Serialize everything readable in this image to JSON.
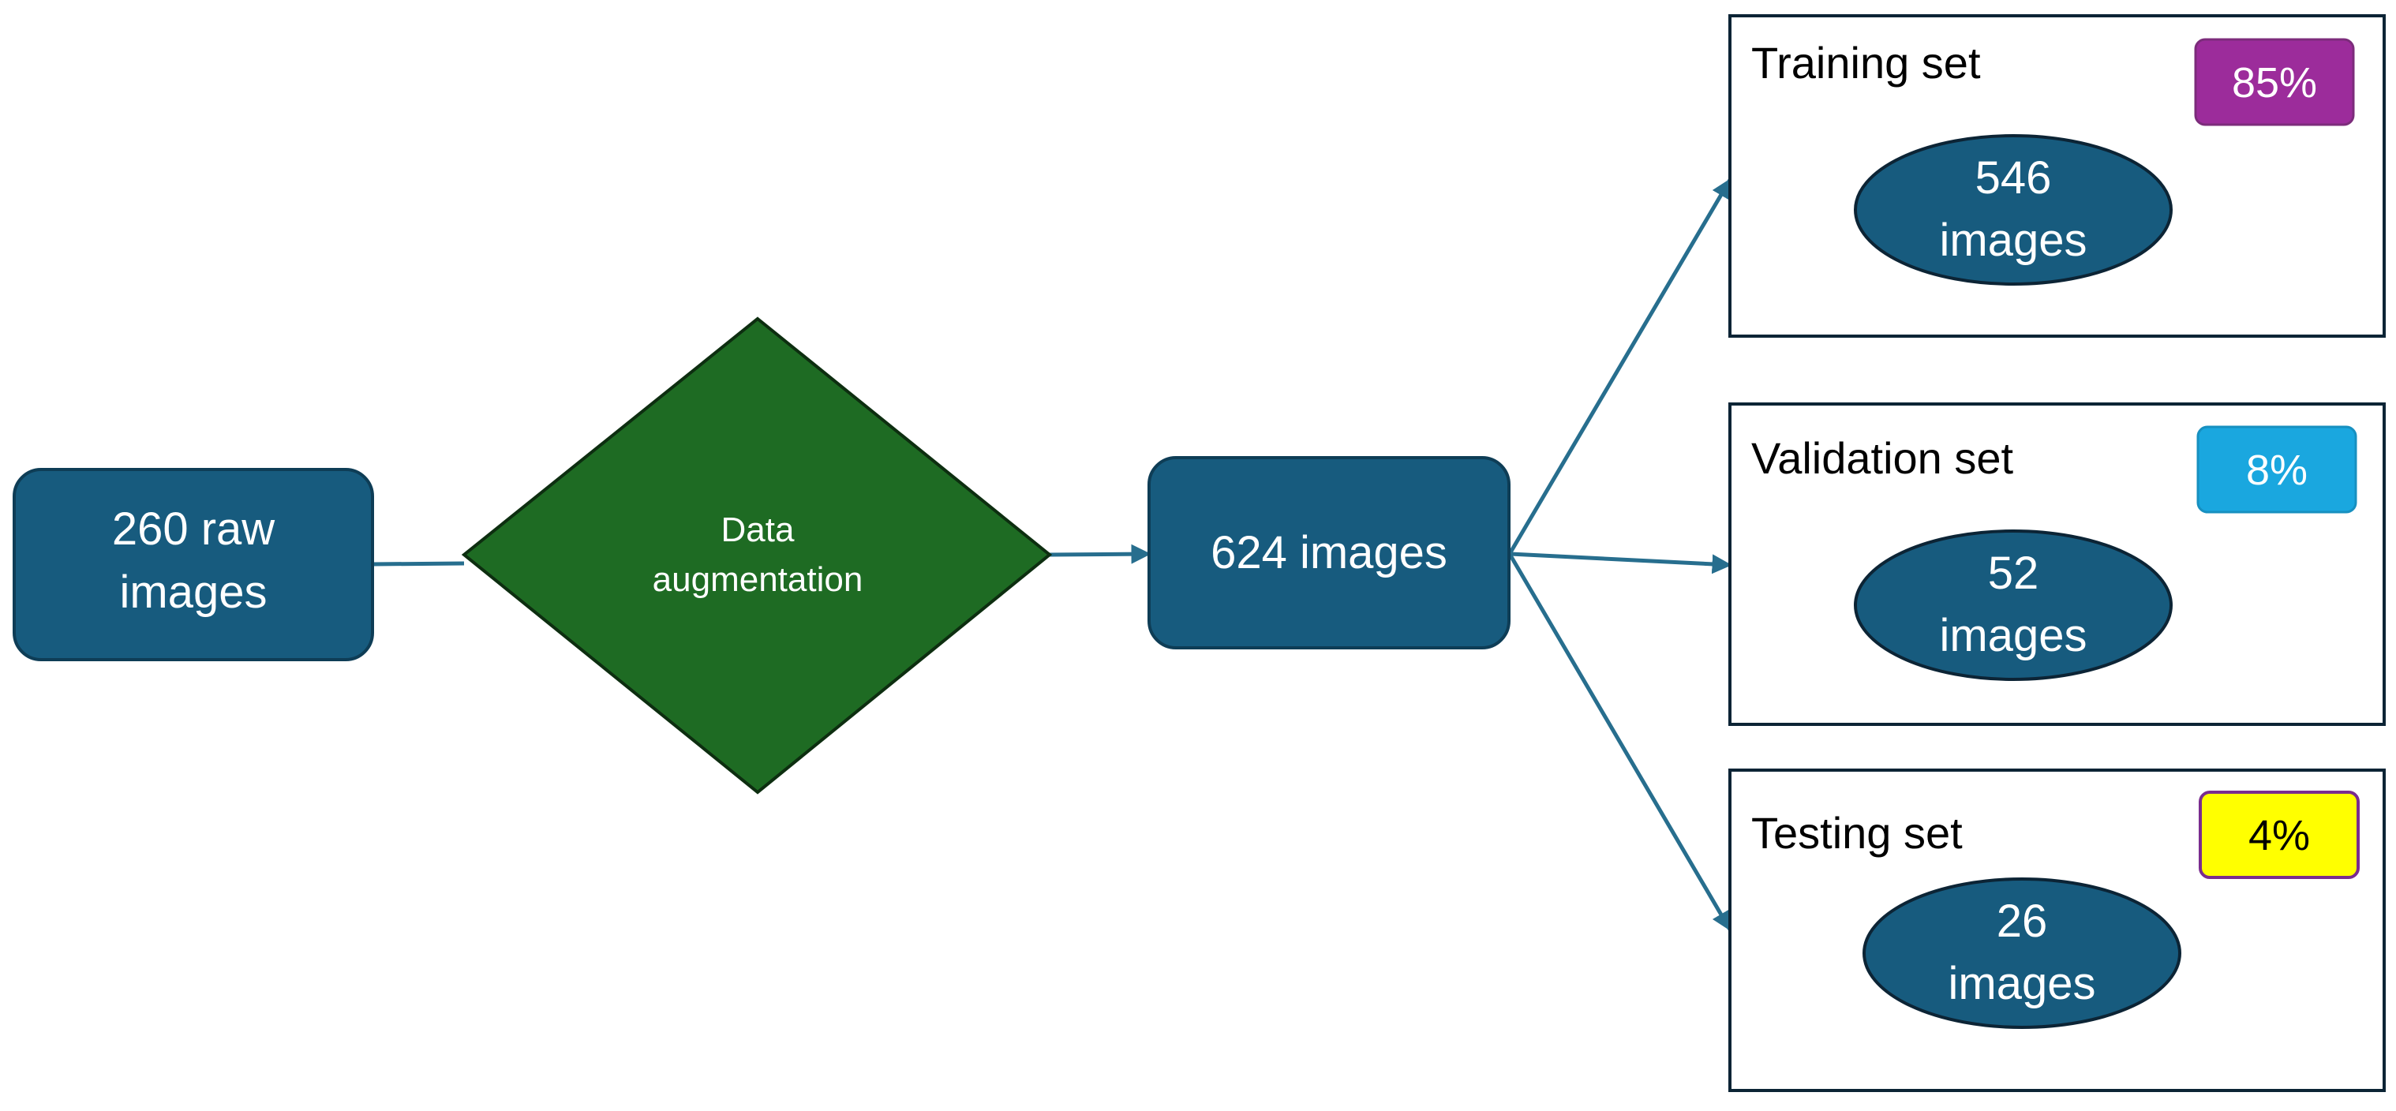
{
  "colors": {
    "node_fill": "#175b7e",
    "node_stroke": "#0e3d56",
    "diamond_fill": "#1e6b23",
    "diamond_stroke": "#0d2e10",
    "connector": "#276e8e",
    "set_box_stroke": "#0c2435",
    "badge_training": "#9c2c9b",
    "badge_validation": "#1aa7df",
    "badge_testing": "#ffff00"
  },
  "nodes": {
    "raw": {
      "line1": "260 raw",
      "line2": "images"
    },
    "augmentation": {
      "line1": "Data",
      "line2": "augmentation"
    },
    "augmented": {
      "label": "624 images"
    }
  },
  "sets": {
    "training": {
      "title": "Training set",
      "percent": "85%",
      "count": "546",
      "unit": "images"
    },
    "validation": {
      "title": "Validation set",
      "percent": "8%",
      "count": "52",
      "unit": "images"
    },
    "testing": {
      "title": "Testing set",
      "percent": "4%",
      "count": "26",
      "unit": "images"
    }
  }
}
